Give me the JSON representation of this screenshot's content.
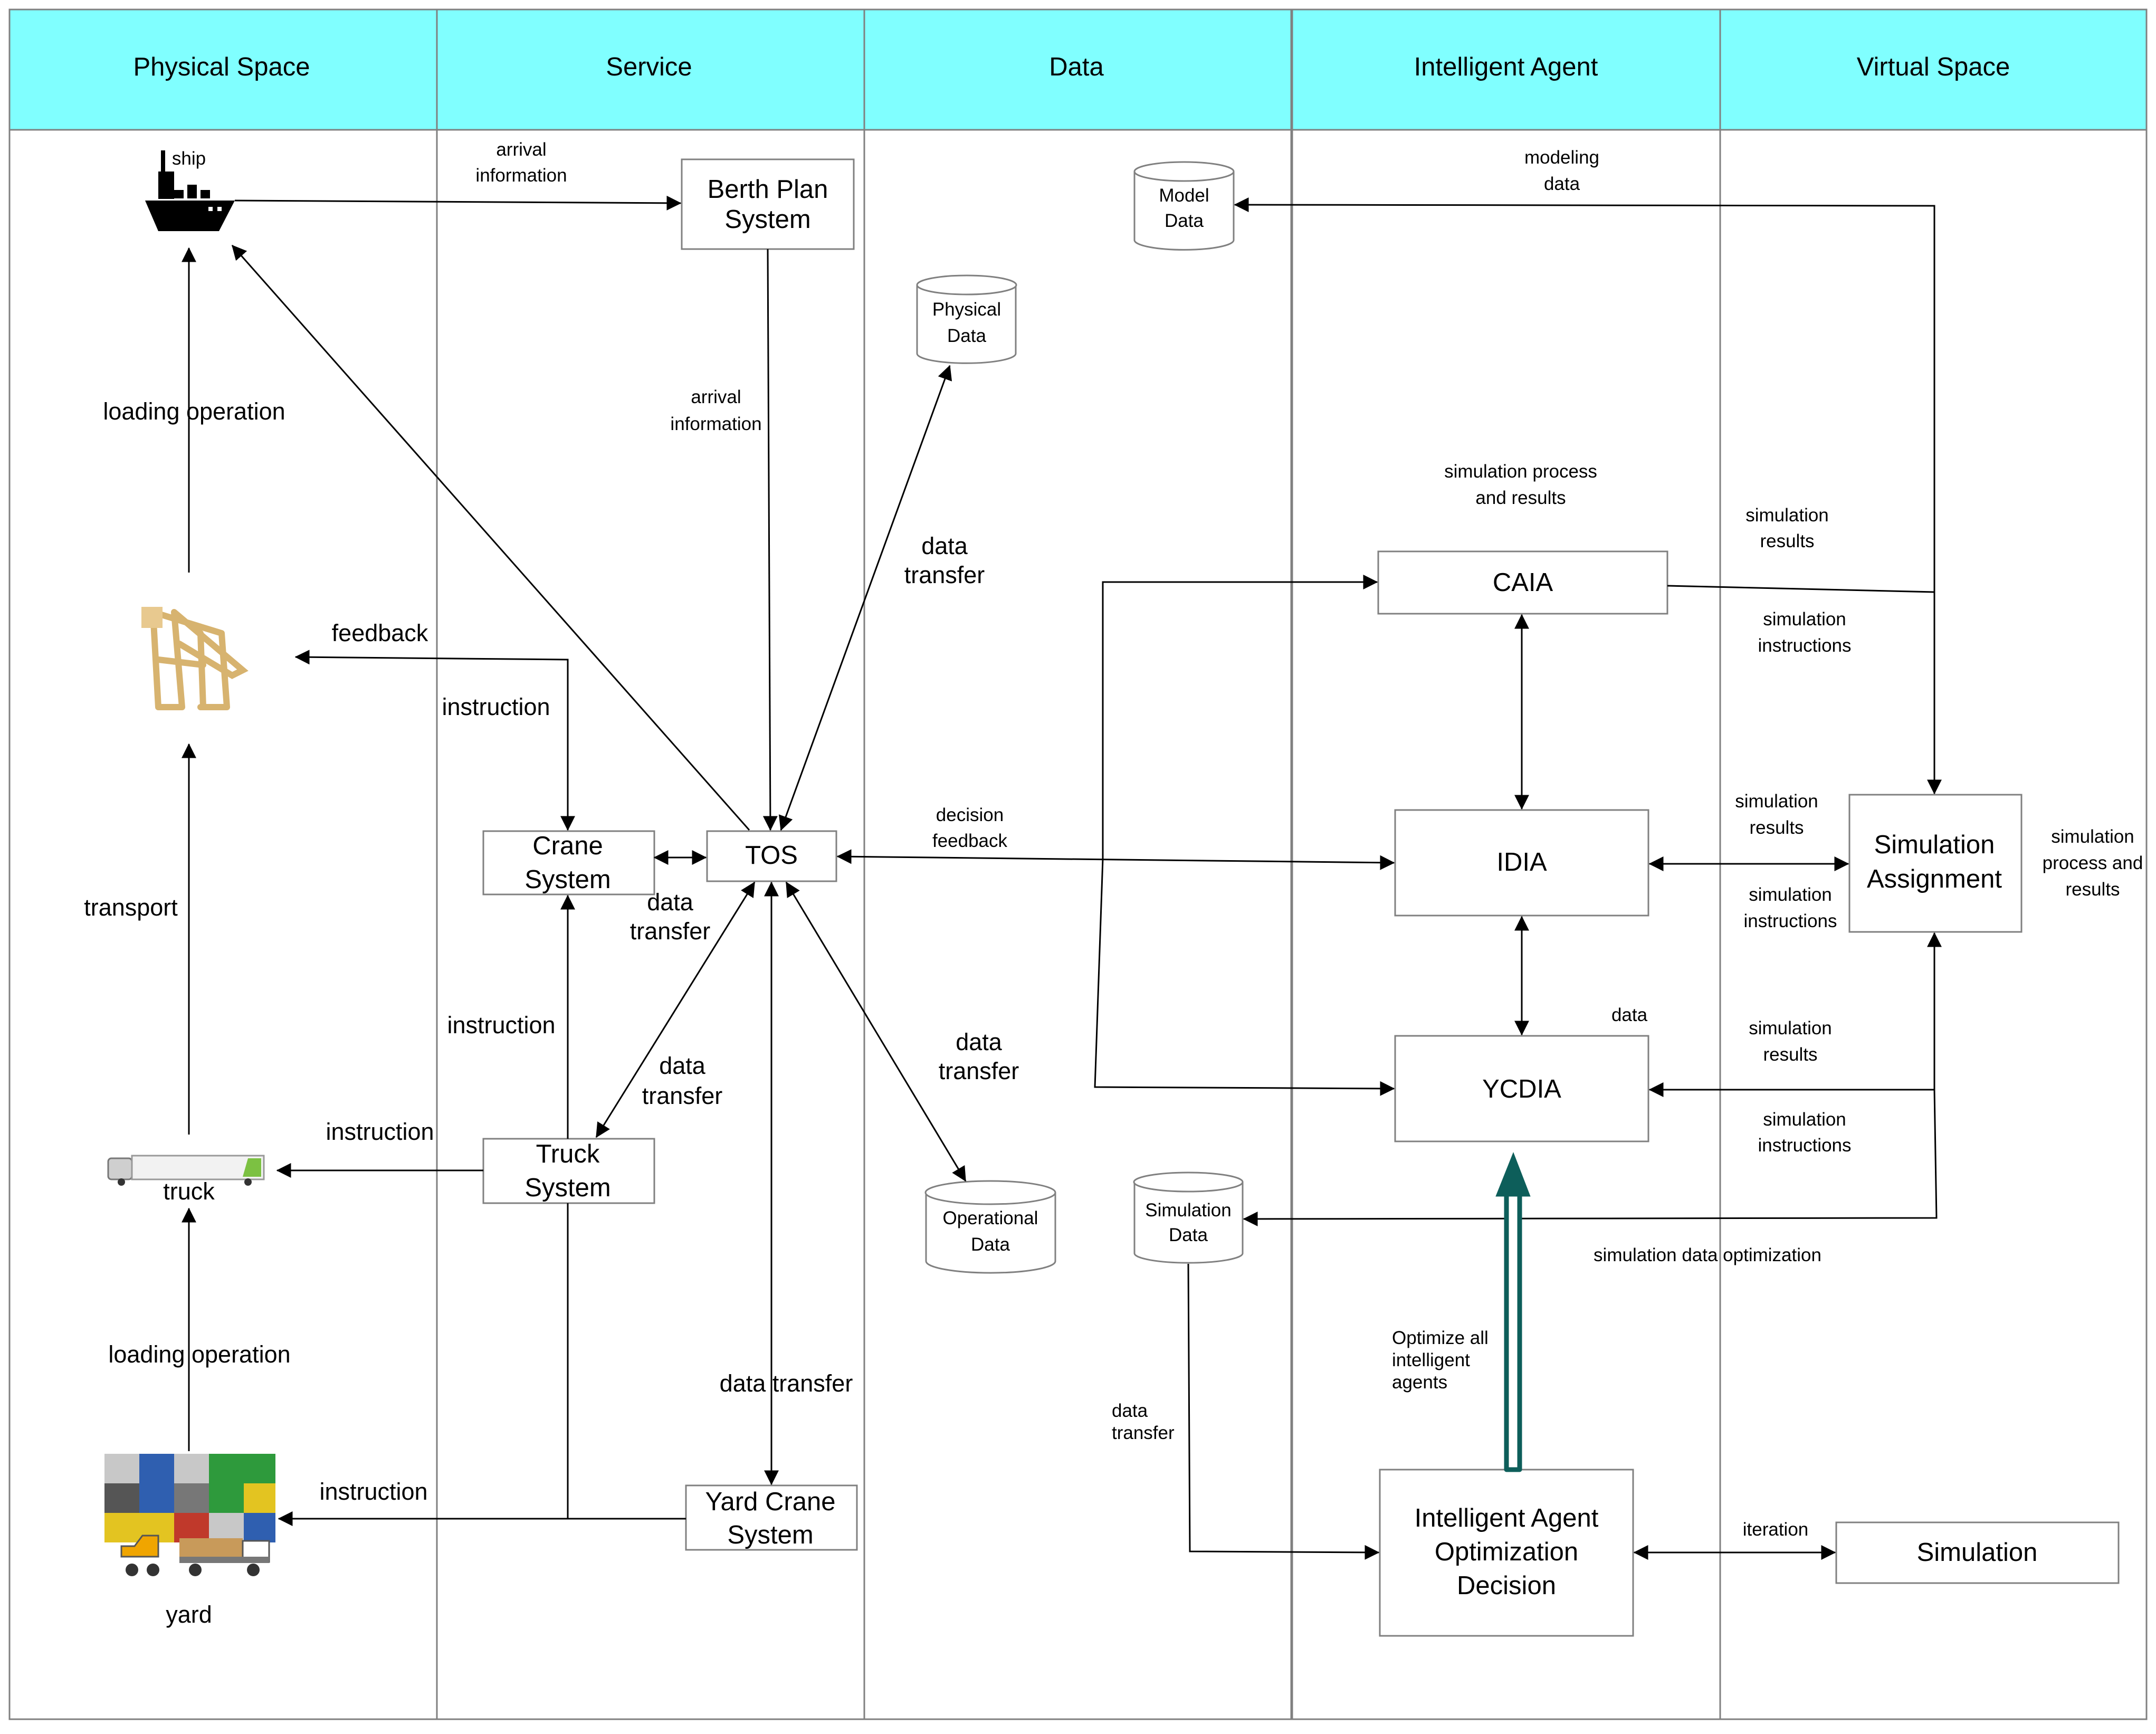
{
  "lanes": [
    "Physical Space",
    "Service",
    "Data",
    "Intelligent Agent",
    "Virtual Space"
  ],
  "physical": {
    "ship": "ship",
    "truck": "truck",
    "yard": "yard"
  },
  "boxes": {
    "berth_plan": [
      "Berth Plan",
      "System"
    ],
    "tos": "TOS",
    "crane_system": [
      "Crane",
      "System"
    ],
    "truck_system": [
      "Truck",
      "System"
    ],
    "yard_crane_system": [
      "Yard Crane",
      "System"
    ],
    "caia": "CAIA",
    "idia": "IDIA",
    "ycdia": "YCDIA",
    "simulation_assignment": [
      "Simulation",
      "Assignment"
    ],
    "optimization_decision": [
      "Intelligent Agent",
      "Optimization",
      "Decision"
    ],
    "simulation": "Simulation"
  },
  "databases": {
    "model": [
      "Model",
      "Data"
    ],
    "physical": [
      "Physical",
      "Data"
    ],
    "operational": [
      "Operational",
      "Data"
    ],
    "simulation": [
      "Simulation",
      "Data"
    ]
  },
  "labels": {
    "arrival_info_top": [
      "arrival",
      "information"
    ],
    "arrival_info_mid": [
      "arrival",
      "information"
    ],
    "loading_op_top": "loading  operation",
    "loading_op_bottom": "loading  operation",
    "feedback": "feedback",
    "instruction_crane": "instruction",
    "transport": "transport",
    "instruction_truck_sys": "instruction",
    "instruction_truck": "instruction",
    "instruction_yard": "instruction",
    "data_transfer_physical": [
      "data",
      "transfer"
    ],
    "data_transfer_crane": [
      "data",
      "transfer"
    ],
    "data_transfer_truck": [
      "data",
      "transfer"
    ],
    "data_transfer_operational": [
      "data",
      "transfer"
    ],
    "data_transfer_yard": "data transfer",
    "decision_feedback": [
      "decision",
      "feedback"
    ],
    "modeling_data": [
      "modeling",
      "data"
    ],
    "sim_process_results": [
      "simulation process",
      "and results"
    ],
    "sim_results_1": [
      "simulation",
      "results"
    ],
    "sim_instructions_1": [
      "simulation",
      "instructions"
    ],
    "sim_results_2": [
      "simulation",
      "results"
    ],
    "sim_instructions_2": [
      "simulation",
      "instructions"
    ],
    "sim_results_3": [
      "simulation",
      "results"
    ],
    "sim_instructions_3": [
      "simulation",
      "instructions"
    ],
    "sim_process_results_right": [
      "simulation",
      "process and",
      "results"
    ],
    "data": "data",
    "sim_data_optimization": "simulation data optimization",
    "optimize_all": [
      "Optimize all",
      "intelligent",
      "agents"
    ],
    "data_transfer_sim": [
      "data",
      "transfer"
    ],
    "iteration": "iteration"
  },
  "colors": {
    "header_bg": "#80ffff",
    "optimize_arrow": "#0d5e5a",
    "lines": "#000000",
    "grid": "#808080"
  }
}
